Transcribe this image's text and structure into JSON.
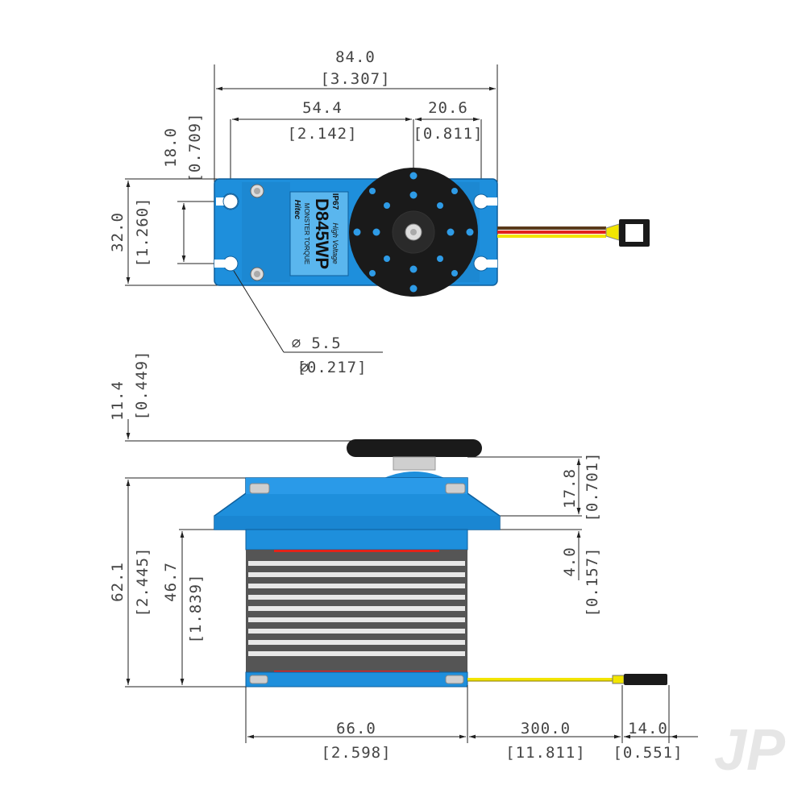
{
  "top_view": {
    "overall_width": {
      "value": "84.0",
      "inch": "[3.307]"
    },
    "mount_span": {
      "value": "54.4",
      "inch": "[2.142]"
    },
    "horn_offset": {
      "value": "20.6",
      "inch": "[0.811]"
    },
    "body_width": {
      "value": "32.0",
      "inch": "[1.260]"
    },
    "hole_spacing": {
      "value": "18.0",
      "inch": "[0.709]"
    },
    "hole_diameter": {
      "value": "5.5",
      "inch": "[0.217]",
      "symbol": "⌀"
    },
    "label": {
      "model": "D845WP",
      "rating": "IP67",
      "subtitle": "MONSTER TORQUE",
      "brand": "Hitec",
      "note": "High Voltage"
    }
  },
  "side_view": {
    "horn_height": {
      "value": "11.4",
      "inch": "[0.449]"
    },
    "total_height": {
      "value": "62.1",
      "inch": "[2.445]"
    },
    "case_height": {
      "value": "46.7",
      "inch": "[1.839]"
    },
    "top_section": {
      "value": "17.8",
      "inch": "[0.701]"
    },
    "flange_thickness": {
      "value": "4.0",
      "inch": "[0.157]"
    },
    "case_length": {
      "value": "66.0",
      "inch": "[2.598]"
    },
    "wire_length": {
      "value": "300.0",
      "inch": "[11.811]"
    },
    "connector_length": {
      "value": "14.0",
      "inch": "[0.551]"
    }
  },
  "watermark": "JP",
  "colors": {
    "case_blue": "#1e8fdc",
    "case_blue_dark": "#1570b8",
    "horn_black": "#1a1a1a",
    "heatsink_gray": "#5a5a5a",
    "wire_yellow": "#f2e500",
    "wire_red": "#e2231a",
    "wire_brown": "#5a3a1a"
  }
}
